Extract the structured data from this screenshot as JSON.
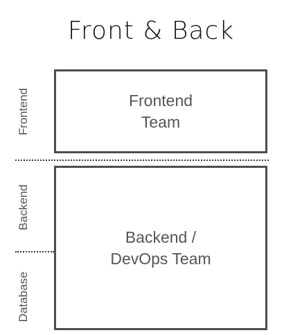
{
  "title": "Front & Back",
  "boxes": {
    "frontend": "Frontend\nTeam",
    "backend": "Backend /\nDevOps Team"
  },
  "side_labels": {
    "frontend": "Frontend",
    "backend": "Backend",
    "database": "Database"
  },
  "colors": {
    "box_border": "#4d4d4d",
    "text": "#555555",
    "title": "#111111",
    "divider": "#333333"
  }
}
